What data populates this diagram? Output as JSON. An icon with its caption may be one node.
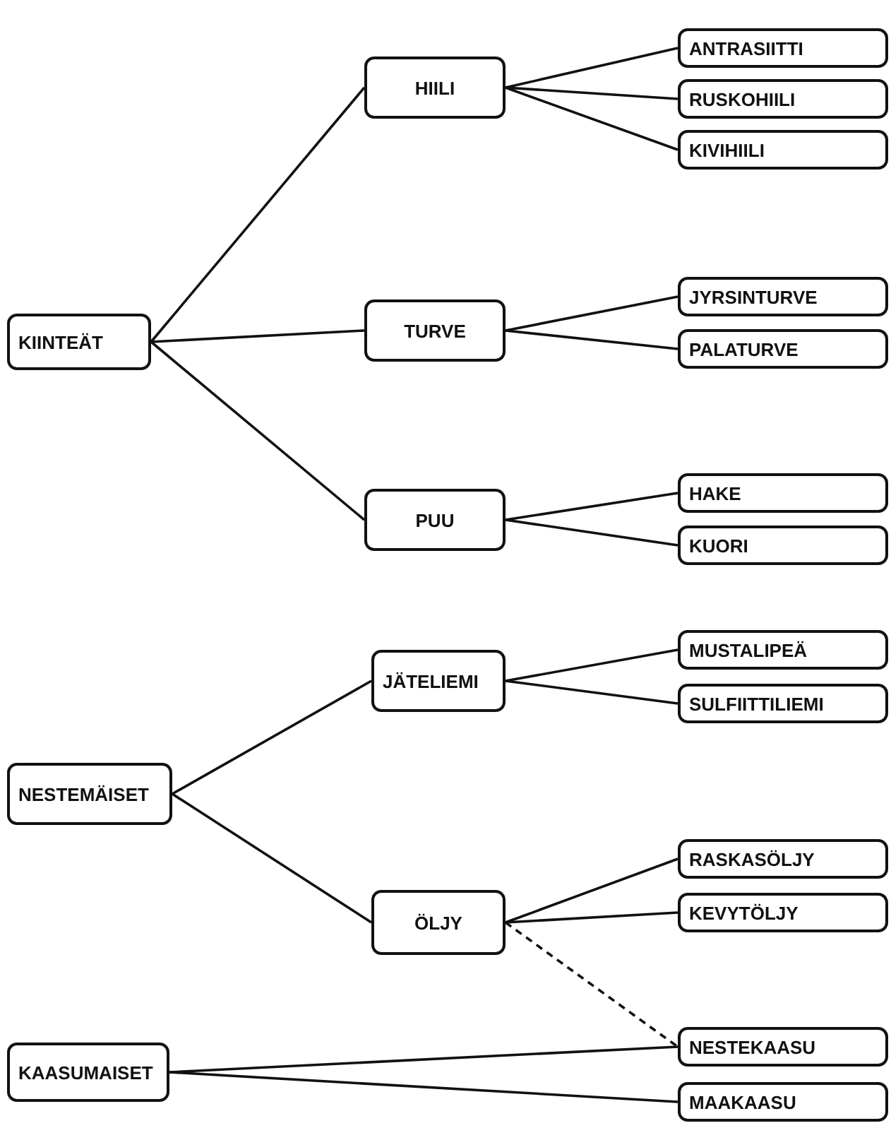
{
  "diagram": {
    "nodes": [
      {
        "text": [
          "KIINTEÄT"
        ]
      },
      {
        "text": [
          "HIILI"
        ]
      },
      {
        "text": [
          "ANTRASIITTI"
        ]
      },
      {
        "text": [
          "RUSKOHIILI"
        ]
      },
      {
        "text": [
          "KIVIHIILI"
        ]
      },
      {
        "text": [
          "TURVE"
        ]
      },
      {
        "text": [
          "JYRSINTURVE"
        ]
      },
      {
        "text": [
          "PALATURVE"
        ]
      },
      {
        "text": [
          "PUU"
        ]
      },
      {
        "text": [
          "HAKE"
        ]
      },
      {
        "text": [
          "KUORI"
        ]
      },
      {
        "text": [
          "NESTEMÄISET"
        ]
      },
      {
        "text": [
          "JÄTELIEMI"
        ]
      },
      {
        "text": [
          "MUSTALIPEÄ"
        ]
      },
      {
        "text": [
          "SULFIITTILIEMI"
        ]
      },
      {
        "text": [
          "ÖLJY"
        ]
      },
      {
        "text": [
          "RASKASÖLJY"
        ]
      },
      {
        "text": [
          "KEVYTÖLJY"
        ]
      },
      {
        "text": [
          "KAASUMAISET"
        ]
      },
      {
        "text": [
          "NESTEKAASU"
        ]
      },
      {
        "text": [
          "MAAKAASU"
        ]
      }
    ],
    "edges": [
      {
        "from": 0,
        "to": 1,
        "arrow": "none"
      },
      {
        "from": 0,
        "to": 5,
        "arrow": "none"
      },
      {
        "from": 0,
        "to": 8,
        "arrow": "none"
      },
      {
        "from": 1,
        "to": 2,
        "arrow": "none"
      },
      {
        "from": 1,
        "to": 3,
        "arrow": "none"
      },
      {
        "from": 1,
        "to": 4,
        "arrow": "none"
      },
      {
        "from": 5,
        "to": 6,
        "arrow": "none"
      },
      {
        "from": 5,
        "to": 7,
        "arrow": "none"
      },
      {
        "from": 8,
        "to": 9,
        "arrow": "none"
      },
      {
        "from": 8,
        "to": 10,
        "arrow": "none"
      },
      {
        "from": 11,
        "to": 12,
        "arrow": "none"
      },
      {
        "from": 11,
        "to": 15,
        "arrow": "none"
      },
      {
        "from": 12,
        "to": 13,
        "arrow": "none"
      },
      {
        "from": 12,
        "to": 14,
        "arrow": "none"
      },
      {
        "from": 15,
        "to": 16,
        "arrow": "none"
      },
      {
        "from": 15,
        "to": 17,
        "arrow": "none"
      },
      {
        "from": 15,
        "to": 19,
        "arrow": "none",
        "style": "dashed"
      },
      {
        "from": 18,
        "to": 19,
        "arrow": "none"
      },
      {
        "from": 18,
        "to": 20,
        "arrow": "none"
      }
    ]
  }
}
